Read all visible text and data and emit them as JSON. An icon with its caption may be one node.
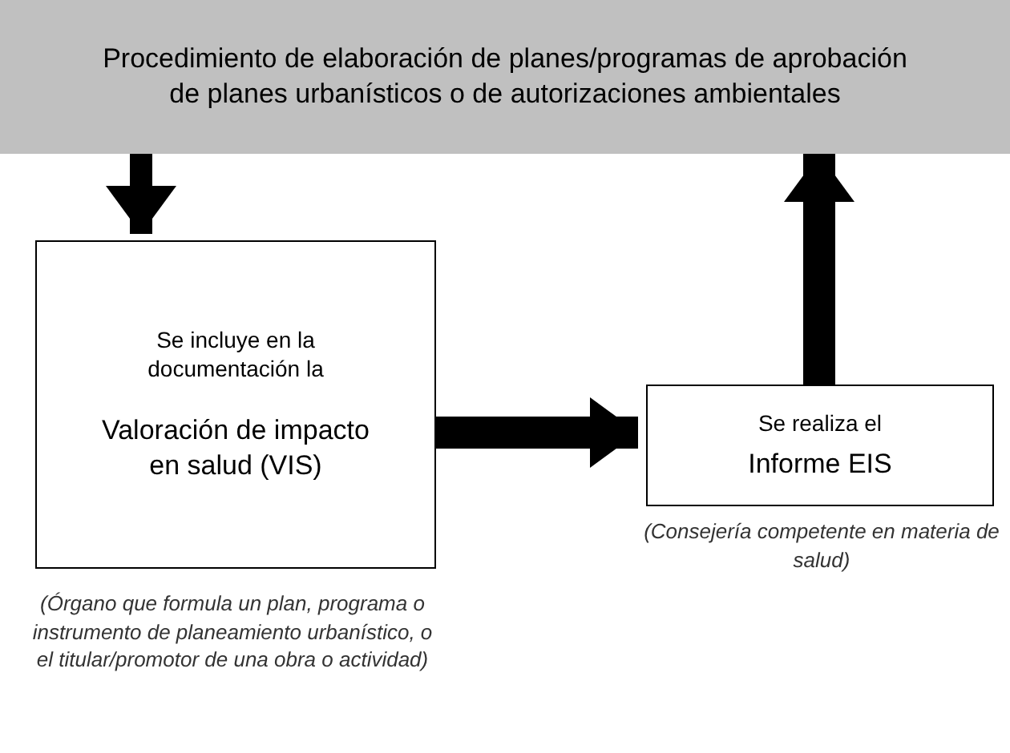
{
  "diagram": {
    "nodes": [
      {
        "text": [
          "Procedimiento de elaboración de planes/programas de aprobación de planes urbanísticos o de autorizaciones ambientales"
        ]
      },
      {
        "text": [
          "Se incluye en la documentación la",
          "Valoración de impacto en salud (VIS)"
        ],
        "beside": [
          "(Órgano que formula un plan, programa o instrumento de planeamiento urbanístico, o el titular/promotor de una obra o actividad)"
        ]
      },
      {
        "text": [
          "Se realiza el",
          "Informe EIS"
        ],
        "beside": [
          "(Consejería competente en materia de salud)"
        ]
      }
    ],
    "edges": [
      {
        "from": 0,
        "to": 1,
        "arrow": "to"
      },
      {
        "from": 1,
        "to": 2,
        "arrow": "to"
      },
      {
        "from": 2,
        "to": 0,
        "arrow": "to"
      }
    ]
  }
}
